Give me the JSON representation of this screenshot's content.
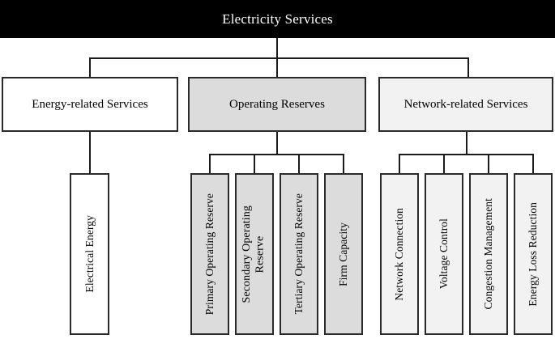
{
  "diagram": {
    "title": "Electricity Services",
    "type": "hierarchy-tree",
    "colors": {
      "root_background": "#000000",
      "root_text": "#ffffff",
      "border": "#2a2a2a",
      "fill_white": "#ffffff",
      "fill_gray": "#dcdcdc",
      "fill_offwhite": "#f2f2f2"
    },
    "root": {
      "label": "Electricity Services"
    },
    "branches": [
      {
        "label": "Energy-related Services",
        "fill": "white",
        "children": [
          {
            "label": "Electrical Energy",
            "fill": "white"
          }
        ]
      },
      {
        "label": "Operating Reserves",
        "fill": "gray",
        "children": [
          {
            "label": "Primary Operating Reserve",
            "fill": "gray"
          },
          {
            "label": "Secondary Operating\nReserve",
            "fill": "gray"
          },
          {
            "label": "Tertiary Operating Reserve",
            "fill": "gray"
          },
          {
            "label": "Firm Capacity",
            "fill": "gray"
          }
        ]
      },
      {
        "label": "Network-related Services",
        "fill": "offwhite",
        "children": [
          {
            "label": "Network Connection",
            "fill": "offwhite"
          },
          {
            "label": "Voltage Control",
            "fill": "offwhite"
          },
          {
            "label": "Congestion Management",
            "fill": "offwhite"
          },
          {
            "label": "Energy Loss Reduction",
            "fill": "offwhite"
          }
        ]
      }
    ]
  }
}
